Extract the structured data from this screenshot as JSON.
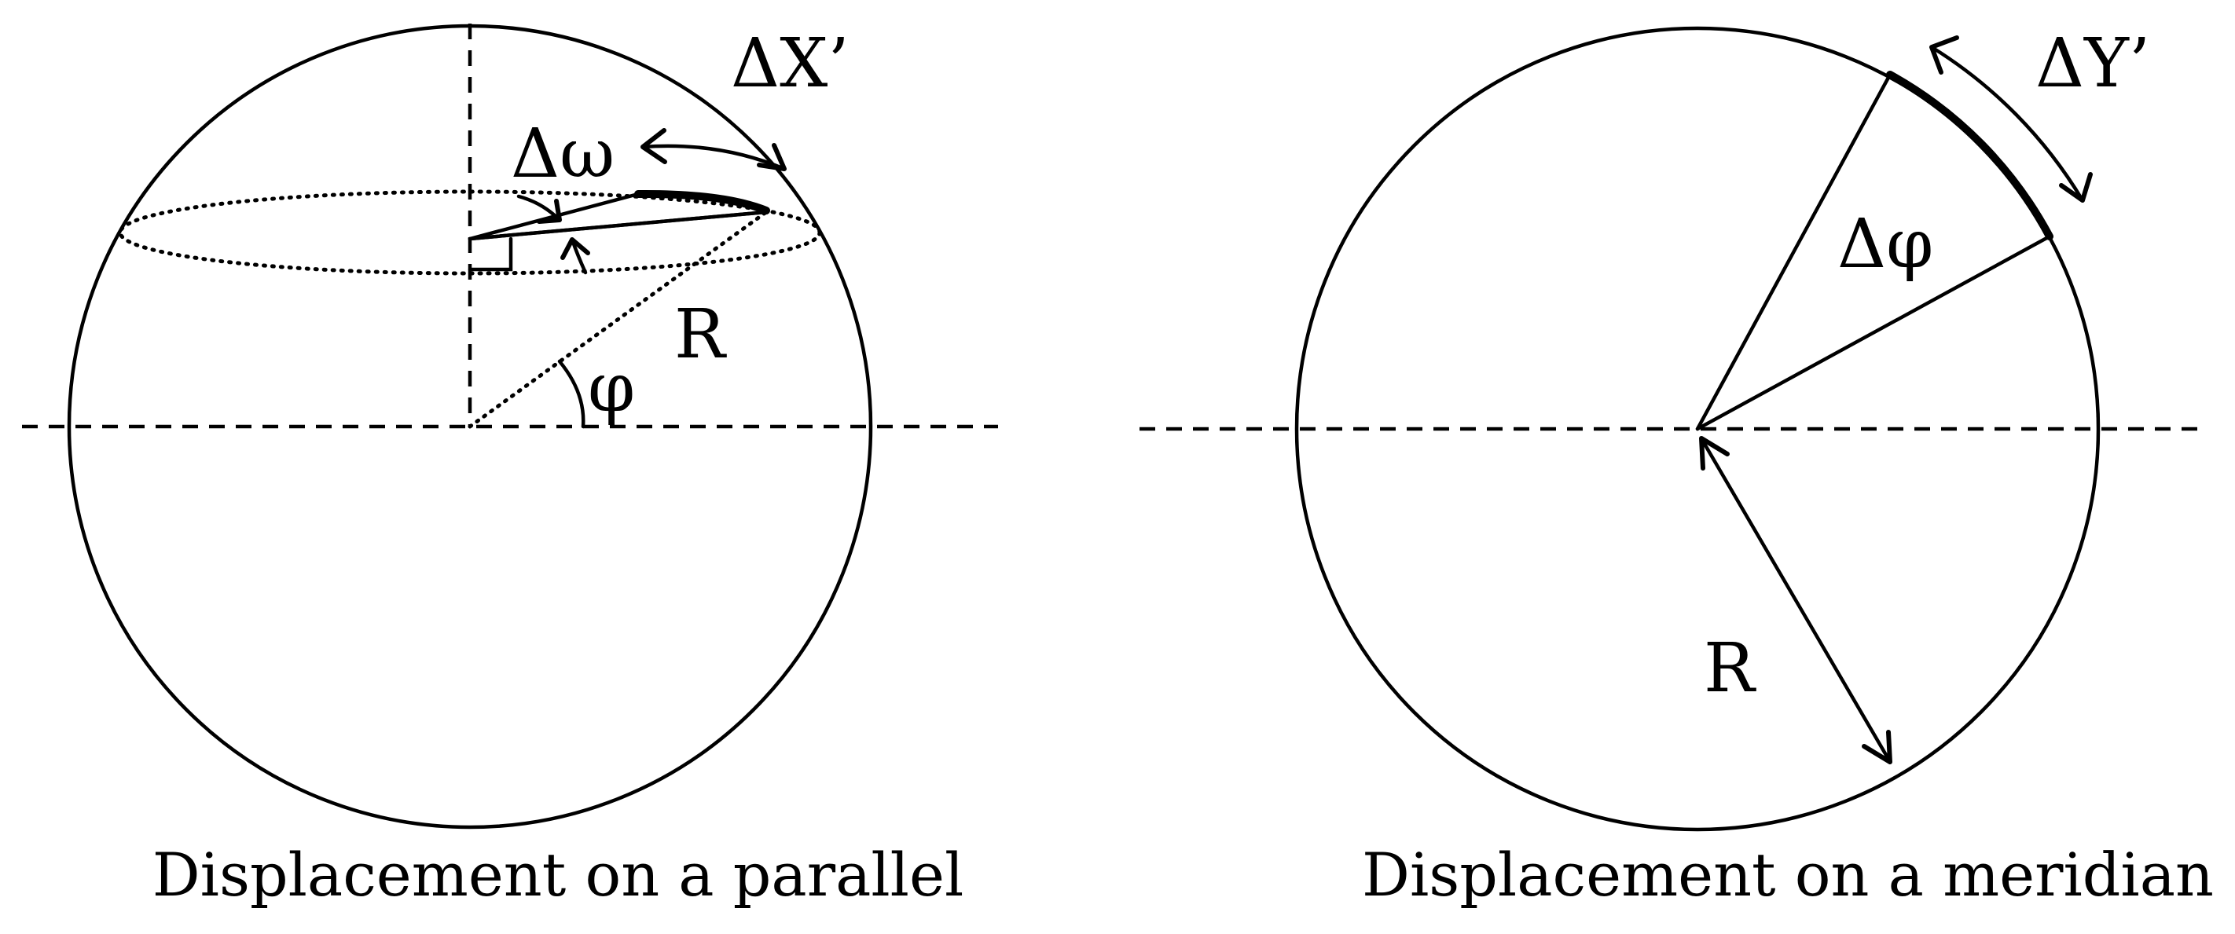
{
  "left_panel": {
    "labels": {
      "delta_x": "ΔX’",
      "delta_omega": "Δω",
      "radius": "R",
      "latitude": "φ"
    },
    "caption": "Displacement on a parallel"
  },
  "right_panel": {
    "labels": {
      "delta_y": "ΔY’",
      "delta_phi": "Δφ",
      "radius": "R"
    },
    "caption": "Displacement on a meridian"
  }
}
